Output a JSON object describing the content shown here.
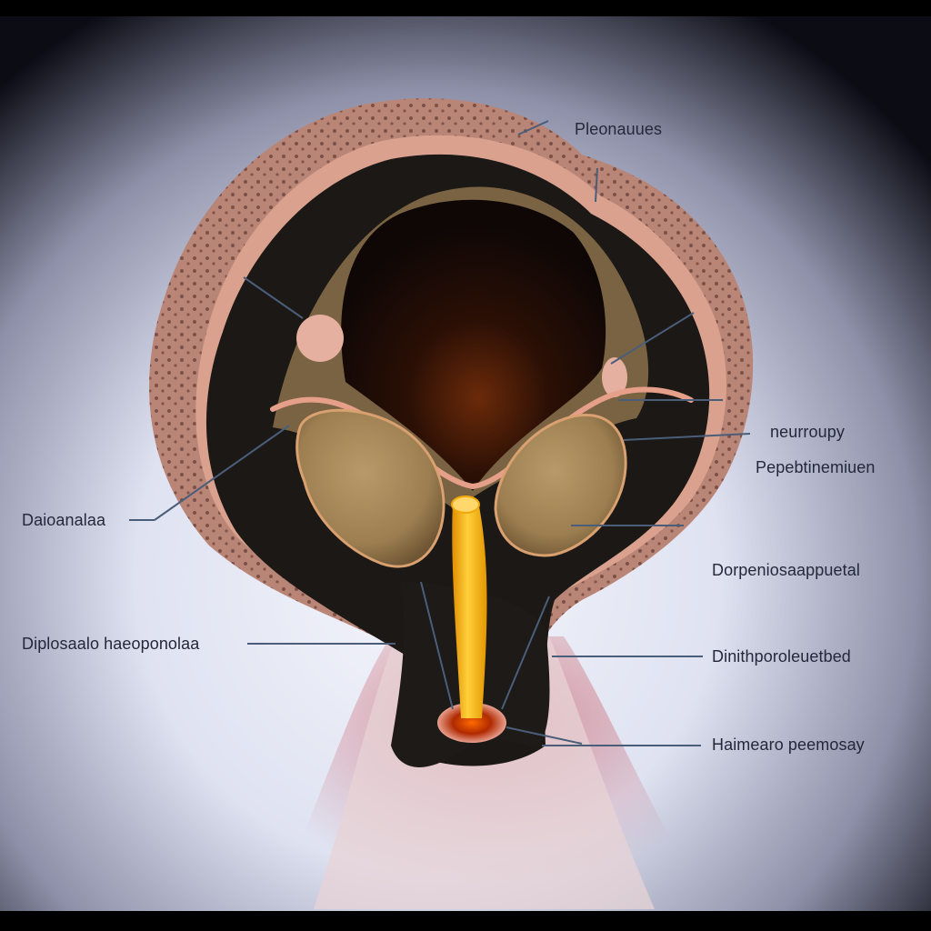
{
  "labels": {
    "top_right": "Pleonauues",
    "right_1": "neurroupy",
    "right_2": "Pepebtinemiuen",
    "right_3": "Dorpeniosaappuetal",
    "right_4": "Dinithporoleuetbed",
    "right_5": "Haimearo peemosay",
    "left_1": "Daioanalaa",
    "left_2": "Diplosaalo haeoponolaa"
  },
  "colors": {
    "tissue_outer": "#b98576",
    "tissue_inner": "#d9a18e",
    "cavity": "#1b1815",
    "lumen": "#2a0f05",
    "lobes": "#a08055",
    "duct": "#f2b00a",
    "leader_line": "#4a5e7a",
    "background_light": "#eef0fa",
    "background_dark": "#0b0c14"
  }
}
